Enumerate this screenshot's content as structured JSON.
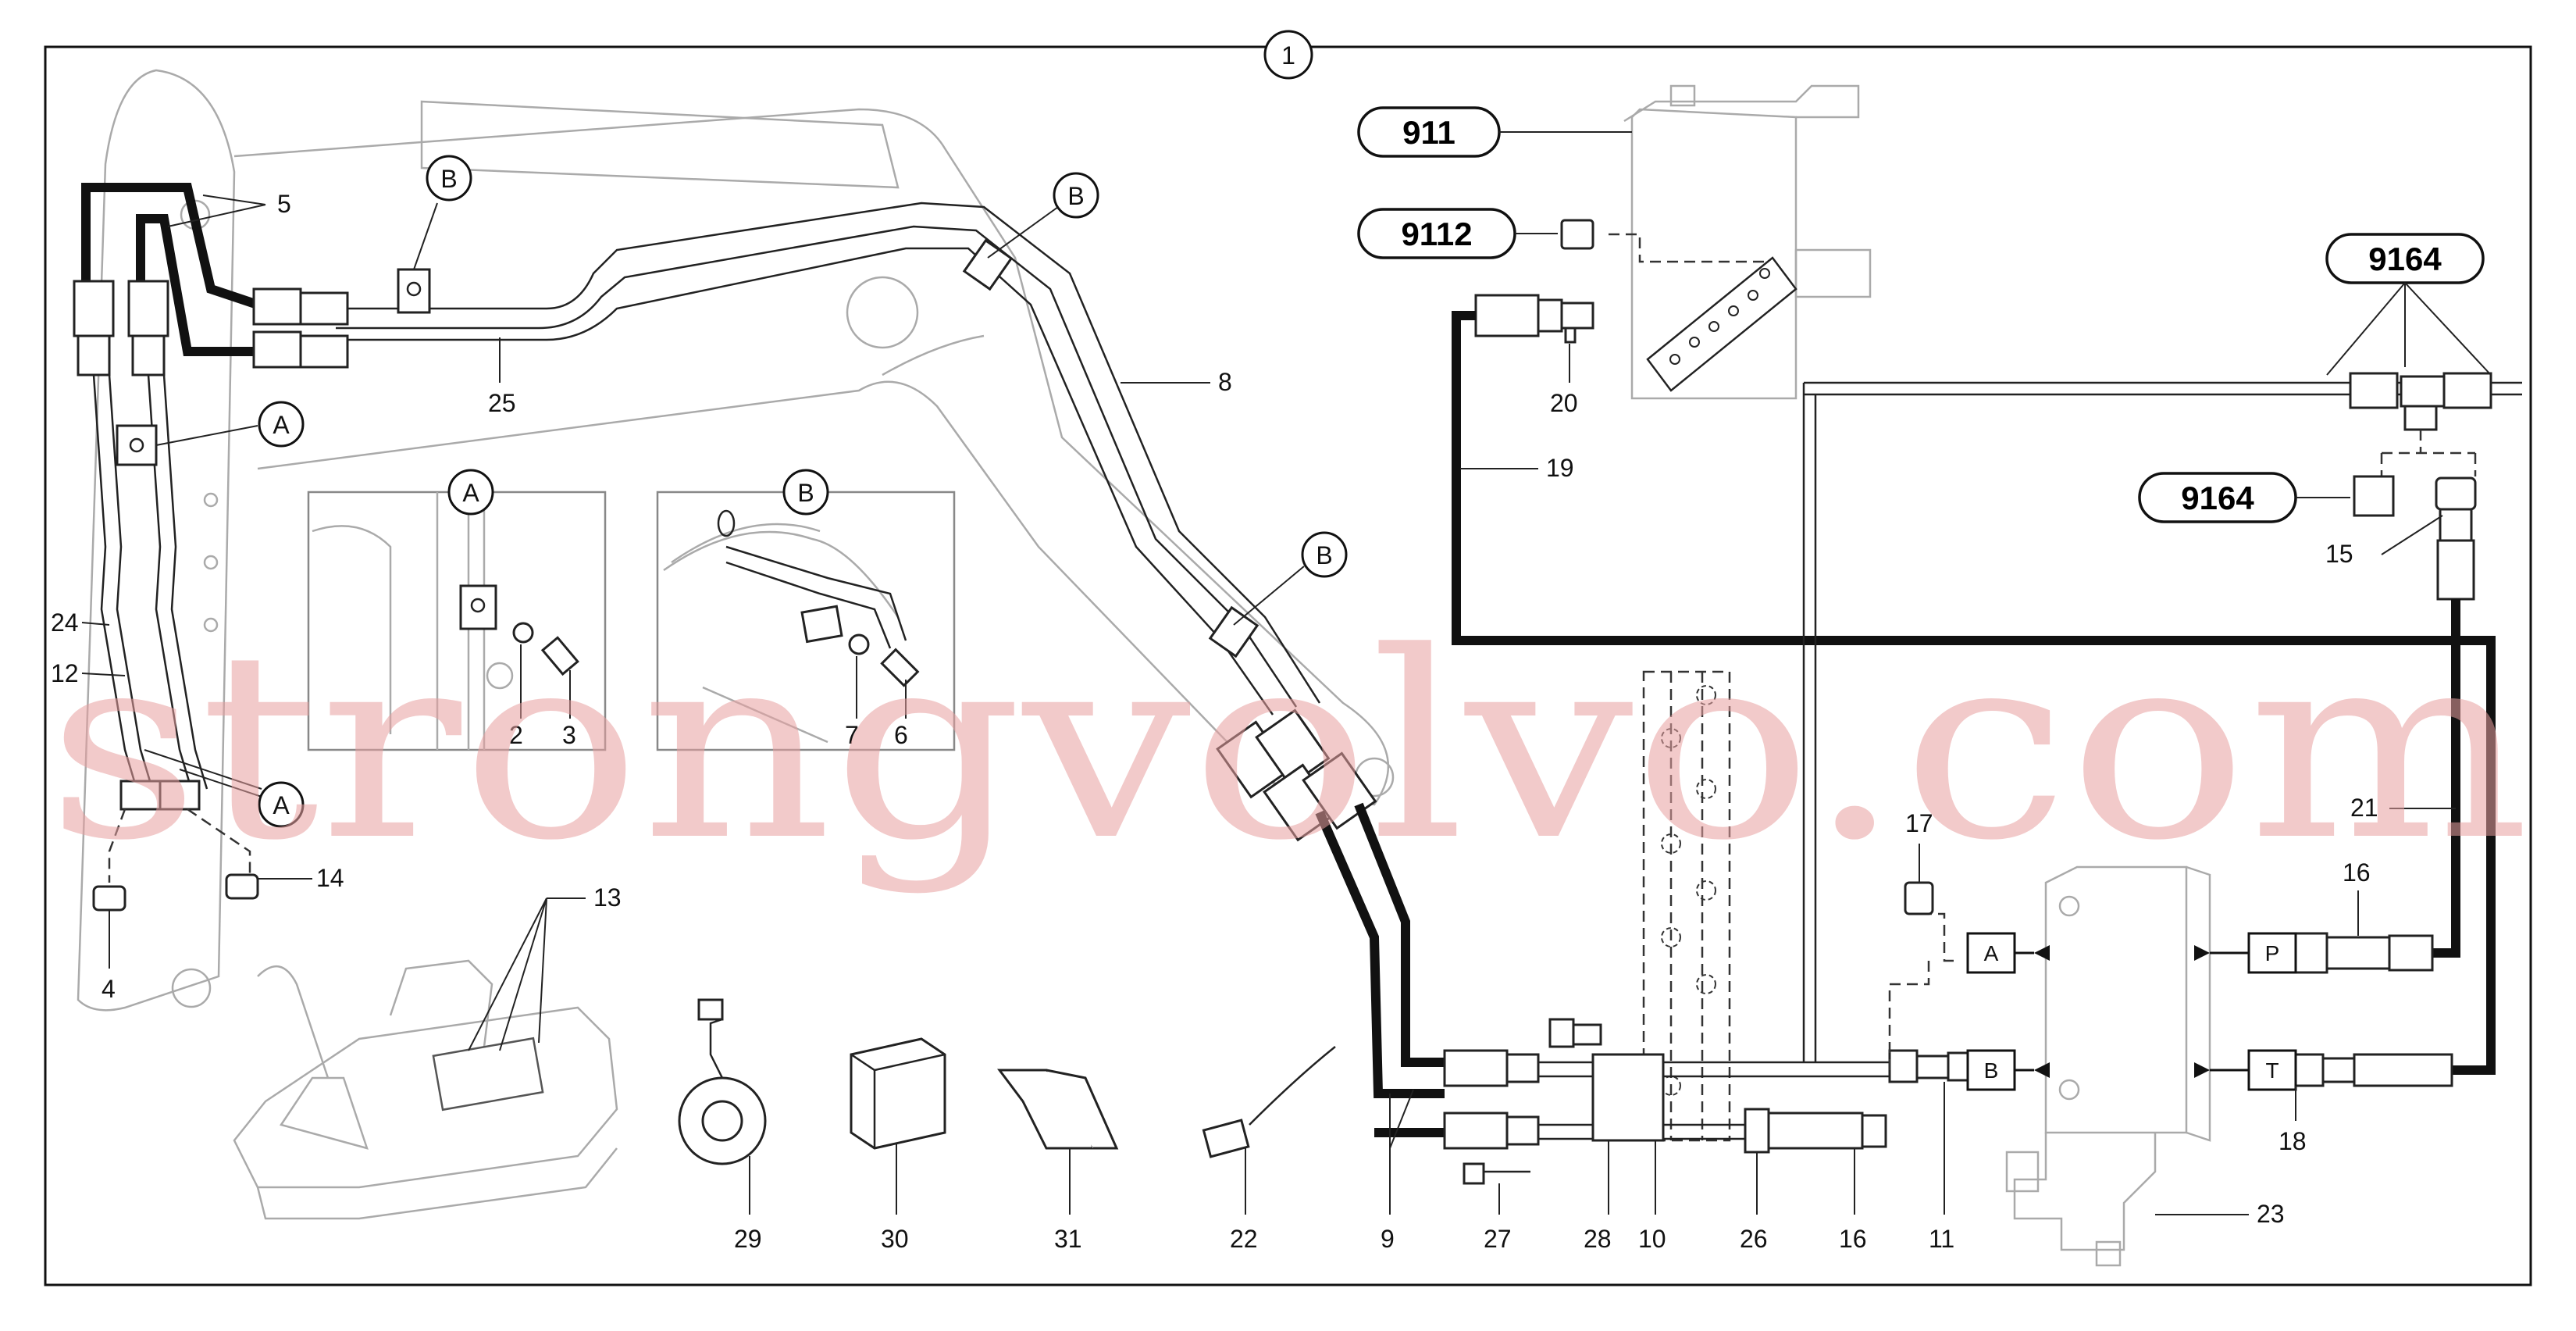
{
  "diagram": {
    "header_callout": "1",
    "watermark": "strongvolvo.com",
    "group_pills": {
      "p911": "911",
      "p9112": "9112",
      "p9164_top": "9164",
      "p9164_mid": "9164"
    },
    "detail_views": {
      "a": "A",
      "b": "B"
    },
    "ref_markers": {
      "a1": "A",
      "a2": "A",
      "b1": "B",
      "b2": "B",
      "b3": "B"
    },
    "port_boxes": {
      "a": "A",
      "b": "B",
      "p": "P",
      "t": "T"
    },
    "part_labels": {
      "l5": "5",
      "l25": "25",
      "l8": "8",
      "l24": "24",
      "l12": "12",
      "l4": "4",
      "l14": "14",
      "l13": "13",
      "l2": "2",
      "l3": "3",
      "l7": "7",
      "l6": "6",
      "l20": "20",
      "l19": "19",
      "l15": "15",
      "l21": "21",
      "l16a": "16",
      "l17": "17",
      "l18": "18",
      "l23": "23",
      "l29": "29",
      "l30": "30",
      "l31": "31",
      "l22": "22",
      "l9": "9",
      "l27": "27",
      "l28": "28",
      "l10": "10",
      "l26": "26",
      "l16b": "16",
      "l11": "11"
    }
  }
}
